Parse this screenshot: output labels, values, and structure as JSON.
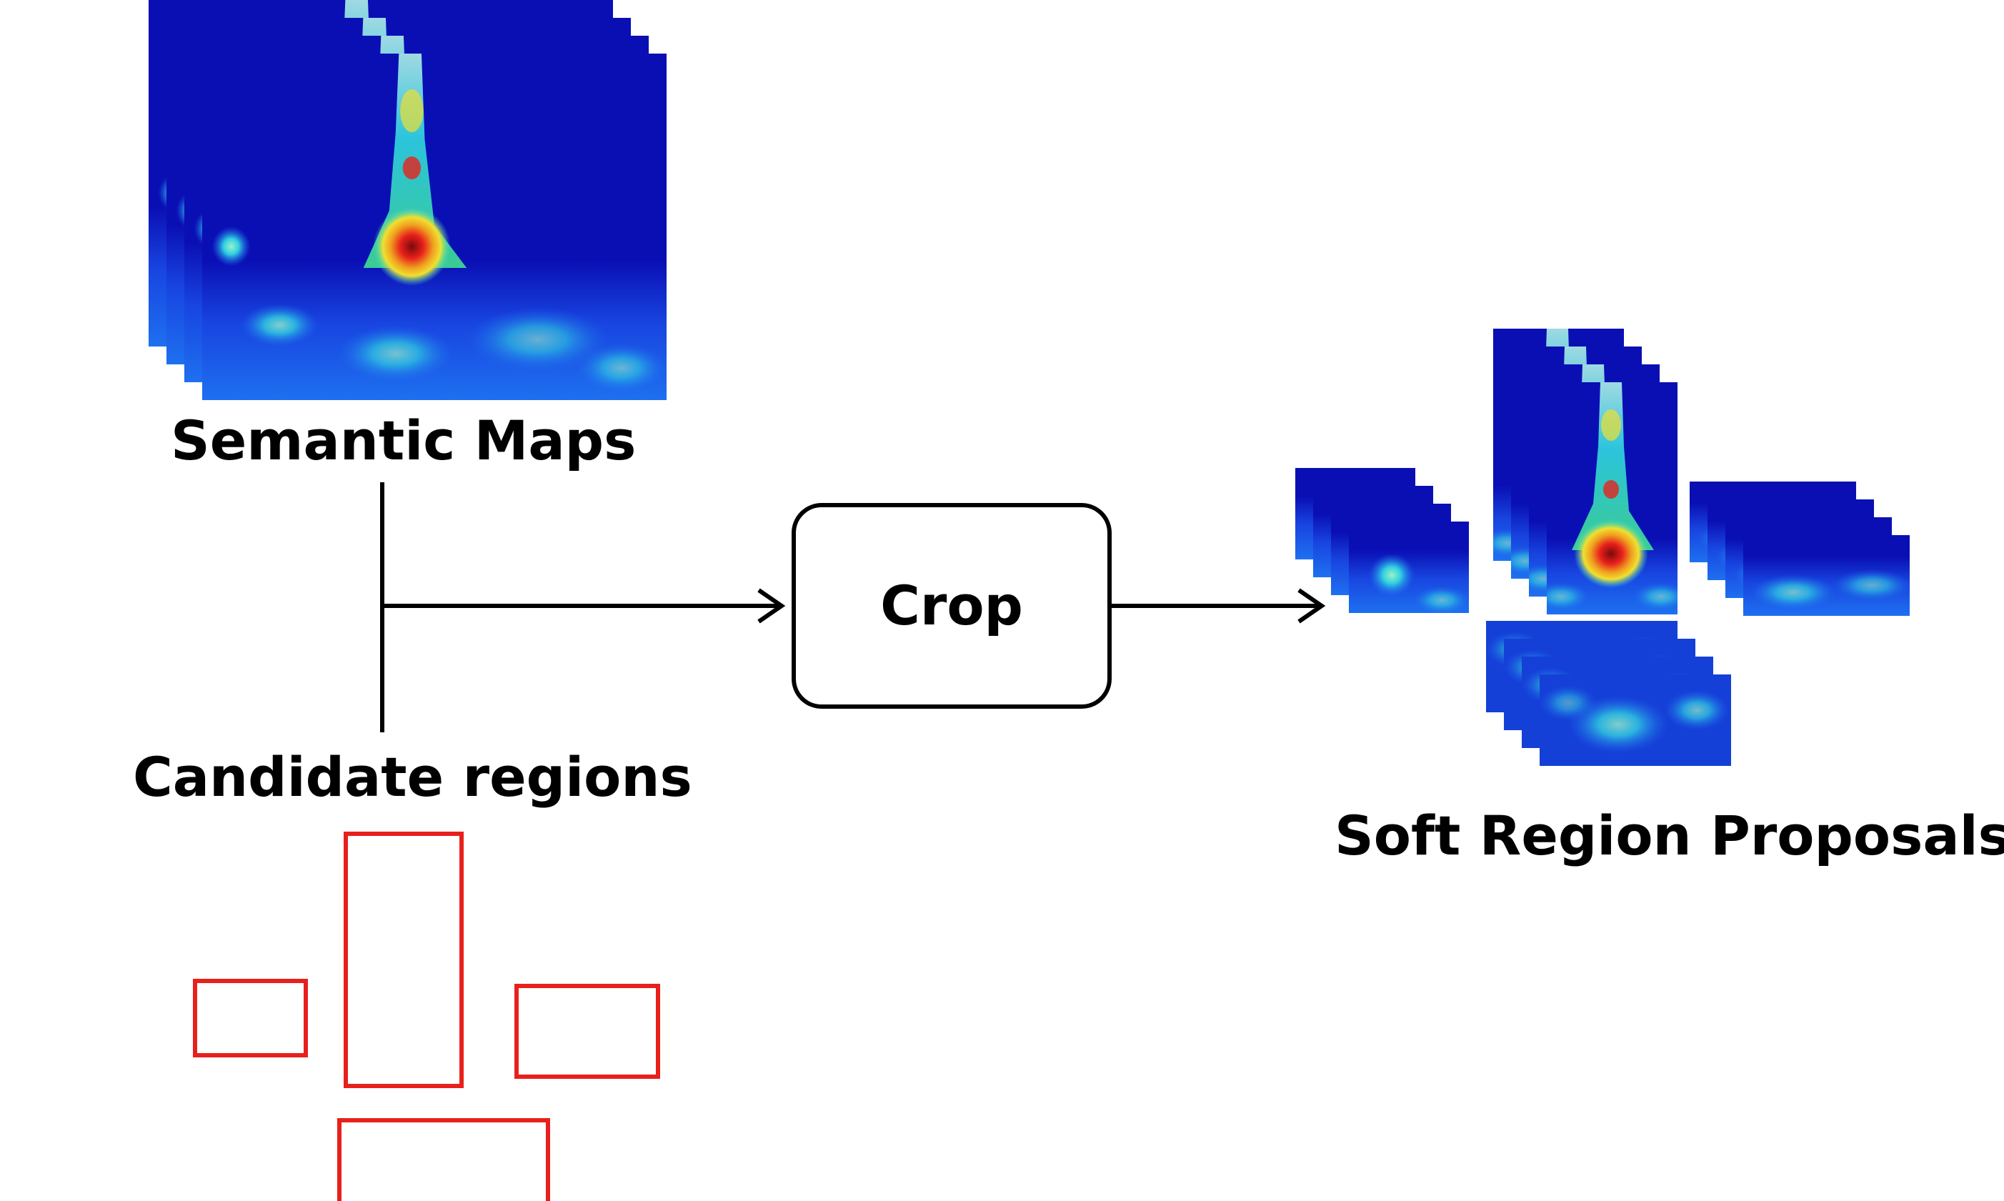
{
  "labels": {
    "semantic_maps": "Semantic Maps",
    "candidate_regions": "Candidate regions",
    "crop": "Crop",
    "soft_region_proposals": "Soft Region Proposals"
  },
  "colors": {
    "line": "#000000",
    "region_box": "#e8201c",
    "heatmap_background": "#0a0fb4",
    "heatmap_low": "#1e6ef0",
    "heatmap_mid": "#2fe0d0",
    "heatmap_warm": "#f0e030",
    "heatmap_hot": "#e8201c"
  },
  "components": {
    "semantic_maps": {
      "icon": "heatmap-stack-icon",
      "layers": 4
    },
    "candidate_regions": {
      "icon": "bounding-box-icon",
      "count": 4
    },
    "crop": {
      "shape": "rounded-rectangle"
    },
    "soft_region_proposals": {
      "icon": "cropped-heatmap-stack-icon",
      "count": 4,
      "layers": 4
    }
  },
  "flows": [
    {
      "from": "semantic_maps",
      "to": "crop"
    },
    {
      "from": "candidate_regions",
      "to": "crop"
    },
    {
      "from": "crop",
      "to": "soft_region_proposals"
    }
  ]
}
